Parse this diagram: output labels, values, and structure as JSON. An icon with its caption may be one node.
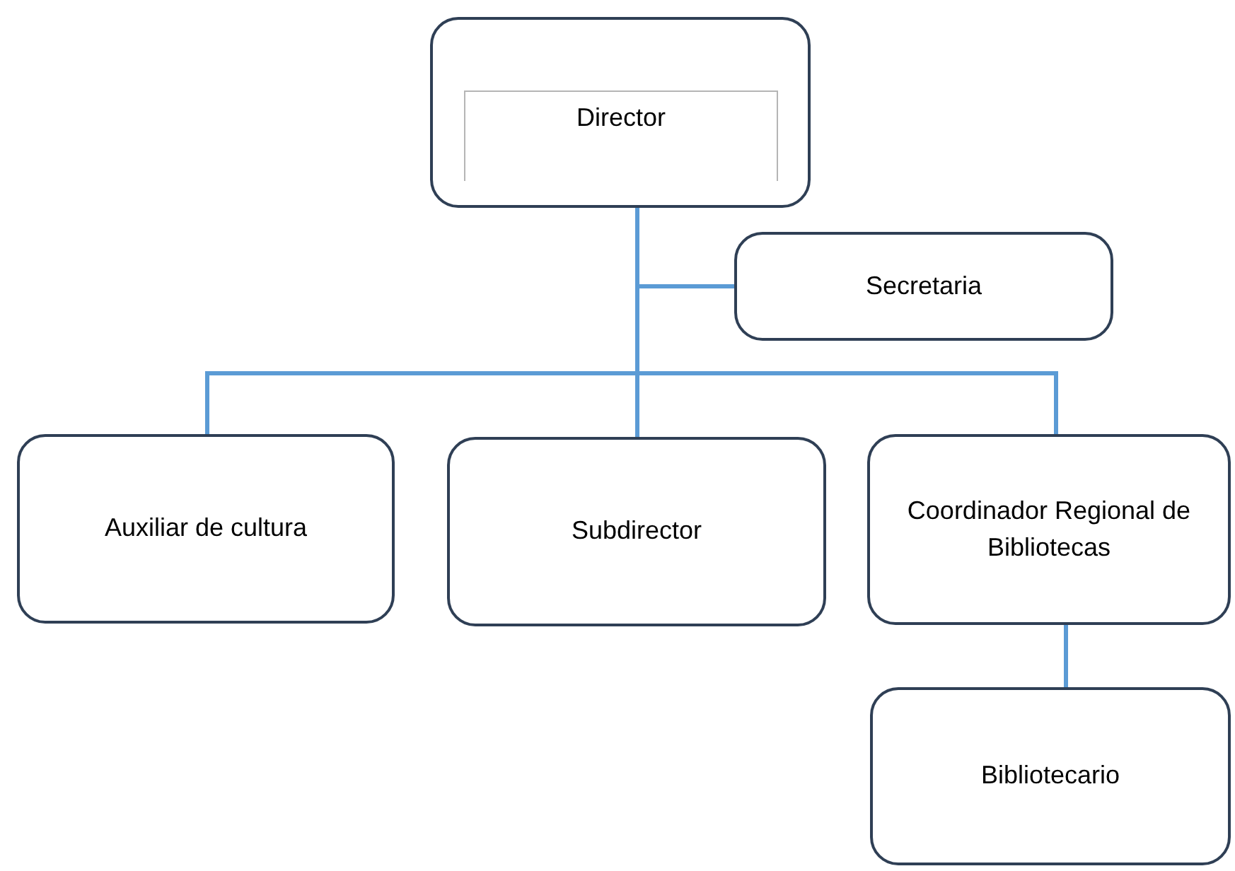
{
  "diagram": {
    "nodes": [
      {
        "text": [
          "Director"
        ]
      },
      {
        "text": [
          "Secretaria"
        ]
      },
      {
        "text": [
          "Auxiliar de cultura"
        ]
      },
      {
        "text": [
          "Subdirector"
        ]
      },
      {
        "text": [
          "Coordinador Regional de Bibliotecas"
        ]
      },
      {
        "text": [
          "Bibliotecario"
        ]
      }
    ],
    "edges": [
      {
        "from": 0,
        "to": 1,
        "arrow": "none"
      },
      {
        "from": 0,
        "to": 2,
        "arrow": "none"
      },
      {
        "from": 0,
        "to": 3,
        "arrow": "none"
      },
      {
        "from": 0,
        "to": 4,
        "arrow": "none"
      },
      {
        "from": 4,
        "to": 5,
        "arrow": "none"
      }
    ]
  }
}
